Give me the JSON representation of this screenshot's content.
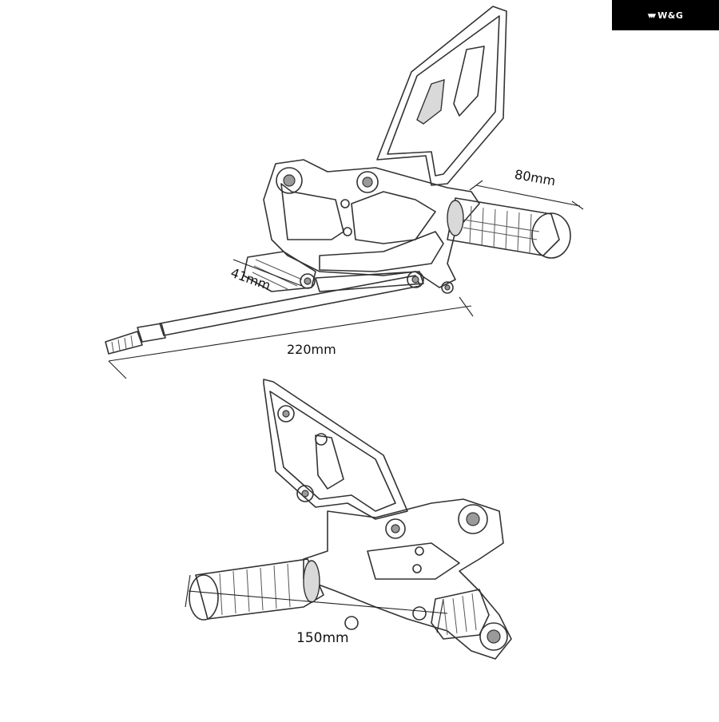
{
  "brand": {
    "logo_text": "W&G",
    "logo_mark_icon": "wings-logo-icon",
    "background": "#000000",
    "text_color": "#ffffff"
  },
  "dimensions": {
    "footpeg_length": "80mm",
    "pedal_width": "41mm",
    "rod_length": "220mm",
    "peg_span": "150mm"
  },
  "colors": {
    "line": "#333333",
    "background": "#ffffff"
  }
}
